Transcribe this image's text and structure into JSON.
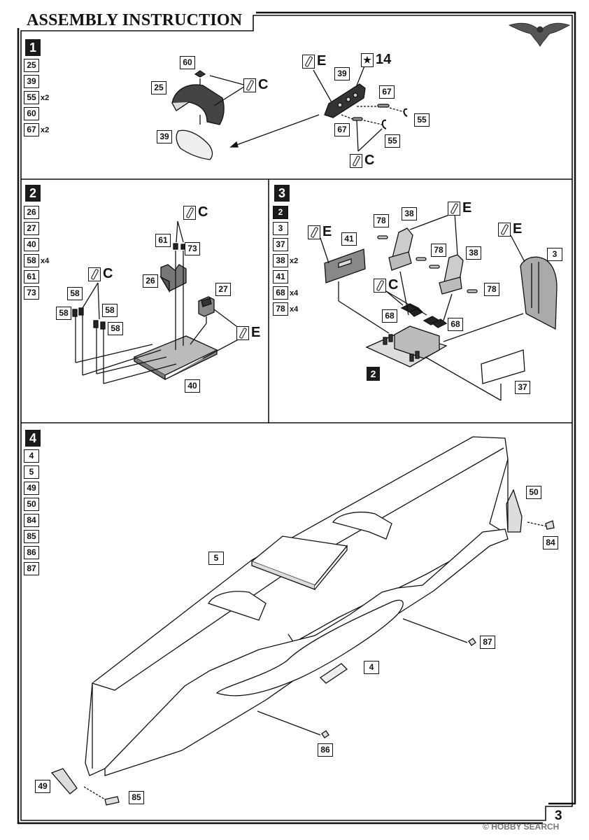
{
  "header": {
    "title": "ASSEMBLY INSTRUCTION"
  },
  "page_number": "3",
  "watermark": "HOBBY SEARCH",
  "steps": [
    {
      "number": "1",
      "parts": [
        {
          "id": "25",
          "qty": ""
        },
        {
          "id": "39",
          "qty": ""
        },
        {
          "id": "55",
          "qty": "x2"
        },
        {
          "id": "60",
          "qty": ""
        },
        {
          "id": "67",
          "qty": "x2"
        }
      ],
      "callouts": {
        "p60": "60",
        "p25": "25",
        "p39a": "39",
        "p39b": "39",
        "p67a": "67",
        "p67b": "67",
        "p55a": "55",
        "p55b": "55"
      },
      "paints": {
        "c1": "C",
        "e1": "E",
        "decal": "14",
        "c2": "C"
      }
    },
    {
      "number": "2",
      "parts": [
        {
          "id": "26",
          "qty": ""
        },
        {
          "id": "27",
          "qty": ""
        },
        {
          "id": "40",
          "qty": ""
        },
        {
          "id": "58",
          "qty": "x4"
        },
        {
          "id": "61",
          "qty": ""
        },
        {
          "id": "73",
          "qty": ""
        }
      ],
      "callouts": {
        "p61": "61",
        "p73": "73",
        "p26": "26",
        "p27": "27",
        "p58a": "58",
        "p58b": "58",
        "p58c": "58",
        "p58d": "58",
        "p40": "40"
      },
      "paints": {
        "c1": "C",
        "c2": "C",
        "e1": "E"
      }
    },
    {
      "number": "3",
      "parts": [
        {
          "id": "2",
          "qty": "",
          "sub": true
        },
        {
          "id": "3",
          "qty": ""
        },
        {
          "id": "37",
          "qty": ""
        },
        {
          "id": "38",
          "qty": "x2"
        },
        {
          "id": "41",
          "qty": ""
        },
        {
          "id": "68",
          "qty": "x4"
        },
        {
          "id": "78",
          "qty": "x4"
        }
      ],
      "callouts": {
        "p78a": "78",
        "p38a": "38",
        "p41": "41",
        "p78b": "78",
        "p38b": "38",
        "p78c": "78",
        "p68a": "68",
        "p68b": "68",
        "p3": "3",
        "p37": "37",
        "sub2": "2"
      },
      "paints": {
        "e1": "E",
        "e2": "E",
        "e3": "E",
        "c1": "C"
      }
    },
    {
      "number": "4",
      "parts": [
        {
          "id": "4",
          "qty": ""
        },
        {
          "id": "5",
          "qty": ""
        },
        {
          "id": "49",
          "qty": ""
        },
        {
          "id": "50",
          "qty": ""
        },
        {
          "id": "84",
          "qty": ""
        },
        {
          "id": "85",
          "qty": ""
        },
        {
          "id": "86",
          "qty": ""
        },
        {
          "id": "87",
          "qty": ""
        }
      ],
      "callouts": {
        "p50": "50",
        "p84": "84",
        "p5": "5",
        "p87": "87",
        "p4": "4",
        "p86": "86",
        "p49": "49",
        "p85": "85"
      }
    }
  ]
}
